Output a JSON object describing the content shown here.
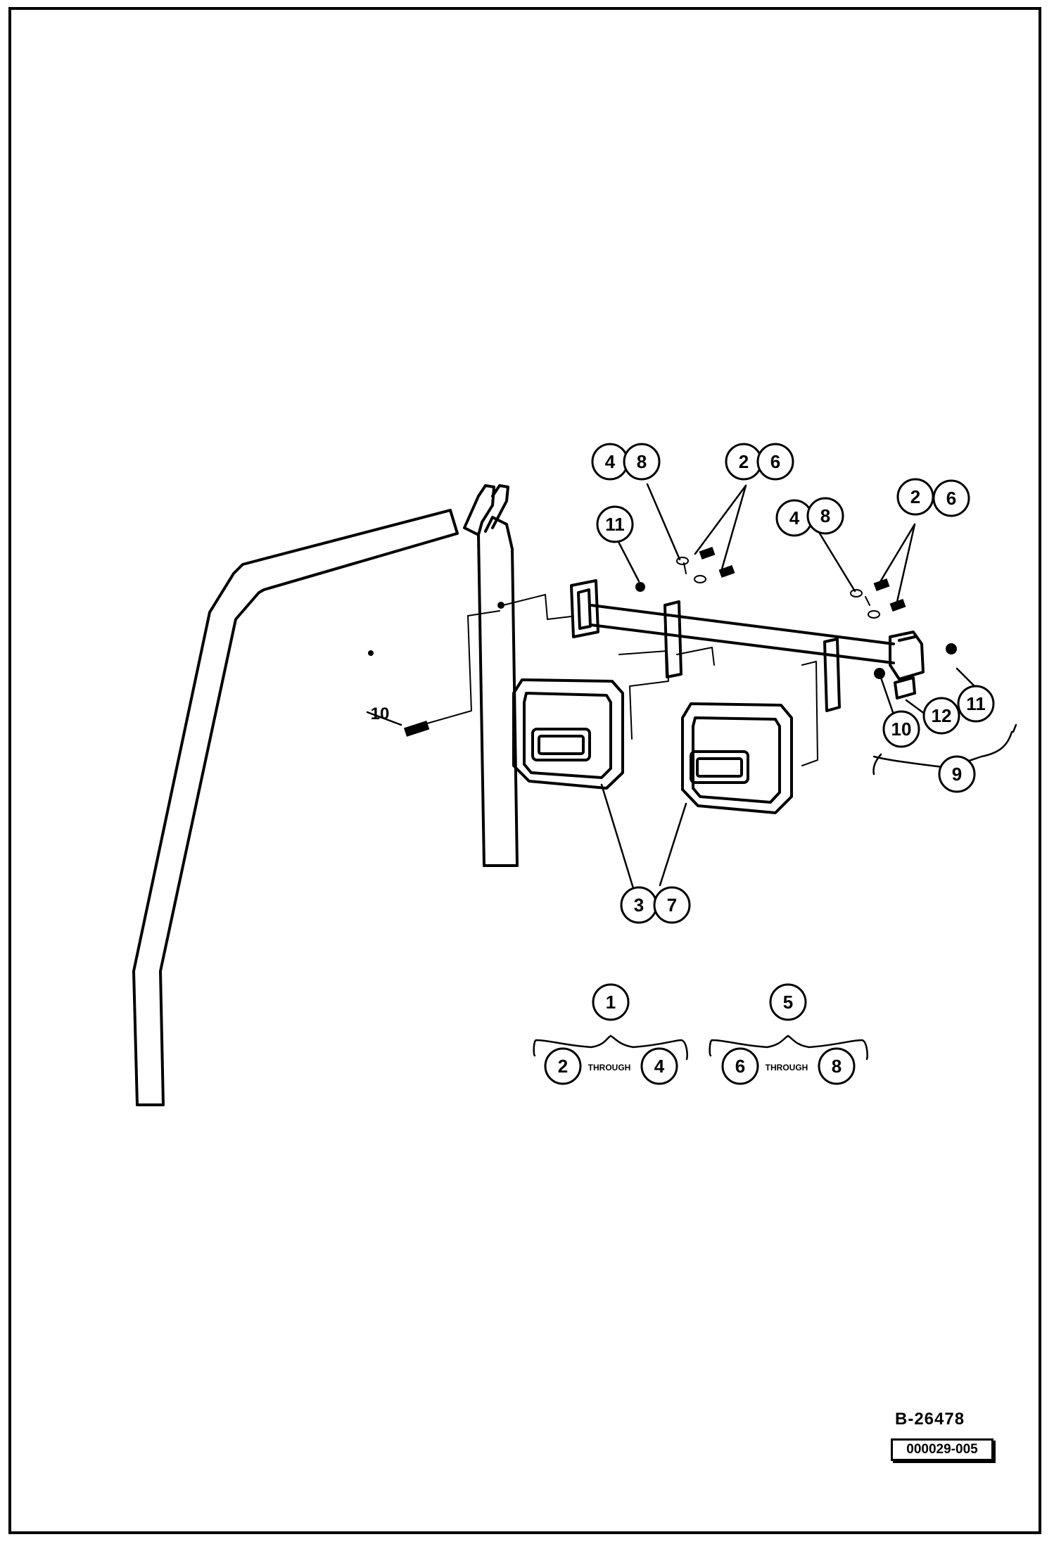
{
  "callouts": [
    "1",
    "2",
    "3",
    "4",
    "5",
    "6",
    "7",
    "8",
    "9",
    "10",
    "11",
    "12"
  ],
  "callout_groups": [
    {
      "labels": [
        "4",
        "8"
      ]
    },
    {
      "labels": [
        "2",
        "6"
      ]
    },
    {
      "labels": [
        "11"
      ]
    },
    {
      "labels": [
        "4",
        "8"
      ]
    },
    {
      "labels": [
        "2",
        "6"
      ]
    },
    {
      "labels": [
        "10"
      ]
    },
    {
      "labels": [
        "12"
      ]
    },
    {
      "labels": [
        "11"
      ]
    },
    {
      "labels": [
        "9"
      ]
    },
    {
      "labels": [
        "3",
        "7"
      ]
    }
  ],
  "left_label": "10",
  "kits": [
    {
      "top": "1",
      "from": "2",
      "word": "THROUGH",
      "to": "4"
    },
    {
      "top": "5",
      "from": "6",
      "word": "THROUGH",
      "to": "8"
    }
  ],
  "drawing_number": "B-26478",
  "sheet_code": "000029-005"
}
